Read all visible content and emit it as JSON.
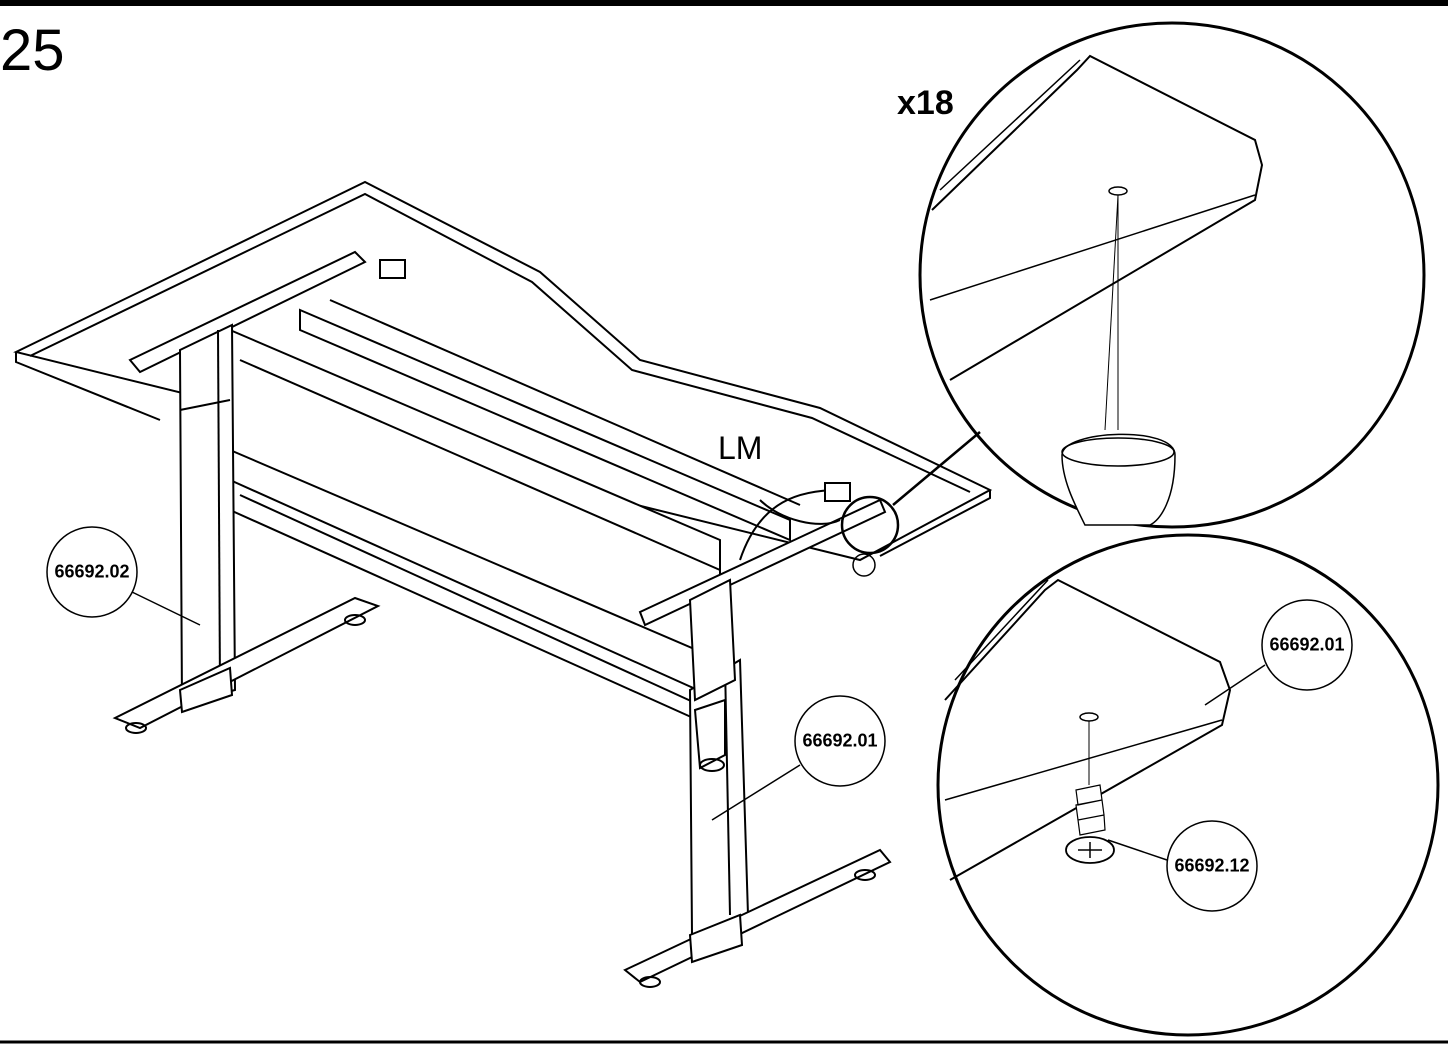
{
  "step": {
    "number": "25"
  },
  "quantity": {
    "label": "x18"
  },
  "motor_label": "LM",
  "callouts": {
    "leg_left": "66692.02",
    "leg_right": "66692.01",
    "detail_leg": "66692.01",
    "screw": "66692.12"
  },
  "colors": {
    "line": "#000000",
    "background": "#ffffff"
  }
}
